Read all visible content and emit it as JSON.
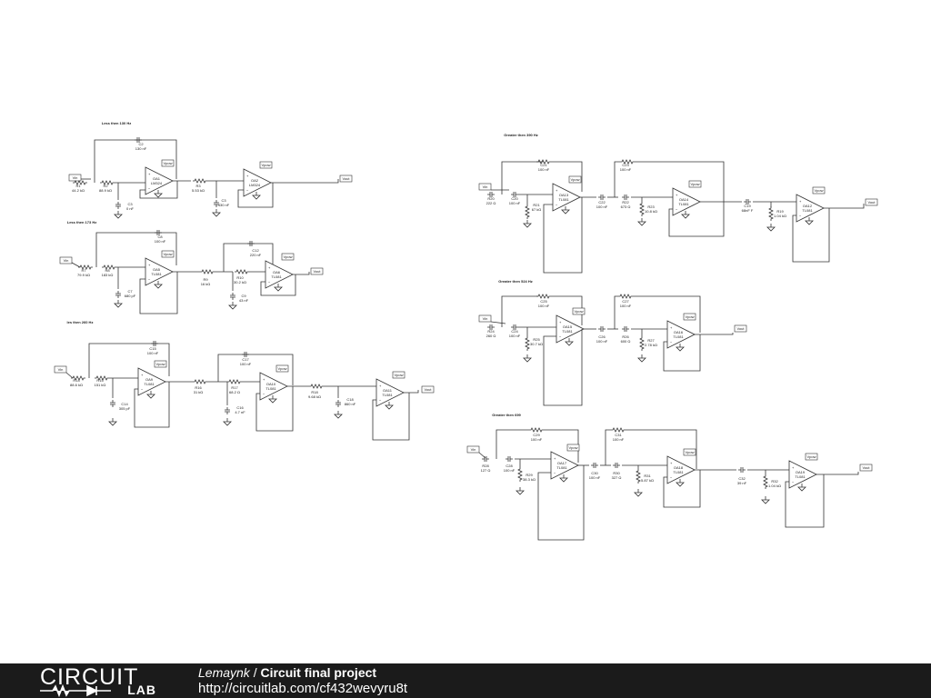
{
  "sections": [
    {
      "name": "sec-less-130",
      "title": "Less then 130 Hz"
    },
    {
      "name": "sec-less-173",
      "title": "Less then 173 Hz"
    },
    {
      "name": "sec-less-260",
      "title": "les then 260 Hz"
    },
    {
      "name": "sec-greater-390",
      "title": "Greater then 390 Hz"
    },
    {
      "name": "sec-greater-524",
      "title": "Greater then 524 Hz"
    },
    {
      "name": "sec-greater-699",
      "title": "Greater then 699"
    }
  ],
  "ports": {
    "vin": "Vin",
    "vout": "Vout",
    "vpwr": "Vpow"
  },
  "components": [
    {
      "n": "R1",
      "v": "44.2 kΩ"
    },
    {
      "n": "R2",
      "v": "88.9 kΩ"
    },
    {
      "n": "C2",
      "v": "130 nF"
    },
    {
      "n": "C3",
      "v": "0 nF"
    },
    {
      "n": "R3",
      "v": "5.53 kΩ"
    },
    {
      "n": "C3",
      "v": "430 nF"
    },
    {
      "n": "R7",
      "v": "79.9 kΩ"
    },
    {
      "n": "R8",
      "v": "183 kΩ"
    },
    {
      "n": "C8",
      "v": "100 nF"
    },
    {
      "n": "C7",
      "v": "680 pF"
    },
    {
      "n": "R9",
      "v": "16 kΩ"
    },
    {
      "n": "R10",
      "v": "30.2 kΩ"
    },
    {
      "n": "C12",
      "v": "220 nF"
    },
    {
      "n": "C9",
      "v": "43 nF"
    },
    {
      "n": "R14",
      "v": "88.6 kΩ"
    },
    {
      "n": "R15",
      "v": "151 kΩ"
    },
    {
      "n": "C15",
      "v": "100 nF"
    },
    {
      "n": "C14",
      "v": "305 pF"
    },
    {
      "n": "R16",
      "v": "31 kΩ"
    },
    {
      "n": "R17",
      "v": "68.2 Ω"
    },
    {
      "n": "C17",
      "v": "100 nF"
    },
    {
      "n": "C16",
      "v": "4.7 nF"
    },
    {
      "n": "R18",
      "v": "9.68 kΩ"
    },
    {
      "n": "C18",
      "v": "860 nF"
    },
    {
      "n": "R20",
      "v": "222 Ω"
    },
    {
      "n": "C20",
      "v": "100 nF"
    },
    {
      "n": "C21",
      "v": "100 nF"
    },
    {
      "n": "R21",
      "v": "67 kΩ"
    },
    {
      "n": "C22",
      "v": "100 nF"
    },
    {
      "n": "R22",
      "v": "673 Ω"
    },
    {
      "n": "C23",
      "v": "100 nF"
    },
    {
      "n": "R23",
      "v": "10.8 kΩ"
    },
    {
      "n": "C19",
      "v": "68nF F"
    },
    {
      "n": "R19",
      "v": "1.04 kΩ"
    },
    {
      "n": "R24",
      "v": "260 Ω"
    },
    {
      "n": "C24",
      "v": "100 nF"
    },
    {
      "n": "C25",
      "v": "100 nF"
    },
    {
      "n": "R25",
      "v": "30.7 kΩ"
    },
    {
      "n": "C26",
      "v": "100 nF"
    },
    {
      "n": "R26",
      "v": "600 Ω"
    },
    {
      "n": "C27",
      "v": "100 nF"
    },
    {
      "n": "R27",
      "v": "2.78 kΩ"
    },
    {
      "n": "R28",
      "v": "127 Ω"
    },
    {
      "n": "C28",
      "v": "100 nF"
    },
    {
      "n": "C29",
      "v": "100 nF"
    },
    {
      "n": "R29",
      "v": "38.3 kΩ"
    },
    {
      "n": "C30",
      "v": "100 nF"
    },
    {
      "n": "R30",
      "v": "327 Ω"
    },
    {
      "n": "C31",
      "v": "100 nF"
    },
    {
      "n": "R31",
      "v": "5.87 kΩ"
    },
    {
      "n": "C32",
      "v": "39 nF"
    },
    {
      "n": "R32",
      "v": "1.04 kΩ"
    }
  ],
  "opamps": [
    {
      "n": "OA1",
      "m": "LM324"
    },
    {
      "n": "OA2",
      "m": "LM324"
    },
    {
      "n": "OA5",
      "m": "TL081"
    },
    {
      "n": "OA6",
      "m": "TL081"
    },
    {
      "n": "OA9",
      "m": "TL081"
    },
    {
      "n": "OA10",
      "m": "TL081"
    },
    {
      "n": "OA11",
      "m": "TL081"
    },
    {
      "n": "OA13",
      "m": "TL081"
    },
    {
      "n": "OA14",
      "m": "TL081"
    },
    {
      "n": "OA12",
      "m": "TL081"
    },
    {
      "n": "OA15",
      "m": "TL081"
    },
    {
      "n": "OA16",
      "m": "TL081"
    },
    {
      "n": "OA17",
      "m": "TL081"
    },
    {
      "n": "OA18",
      "m": "TL081"
    },
    {
      "n": "OA19",
      "m": "TL081"
    }
  ],
  "footer": {
    "logo_top": "CIRCUIT",
    "logo_bottom": "LAB",
    "user": "Lemaynk",
    "separator": " / ",
    "project": "Circuit final project",
    "url": "http://circuitlab.com/cf432wevyru8t"
  }
}
